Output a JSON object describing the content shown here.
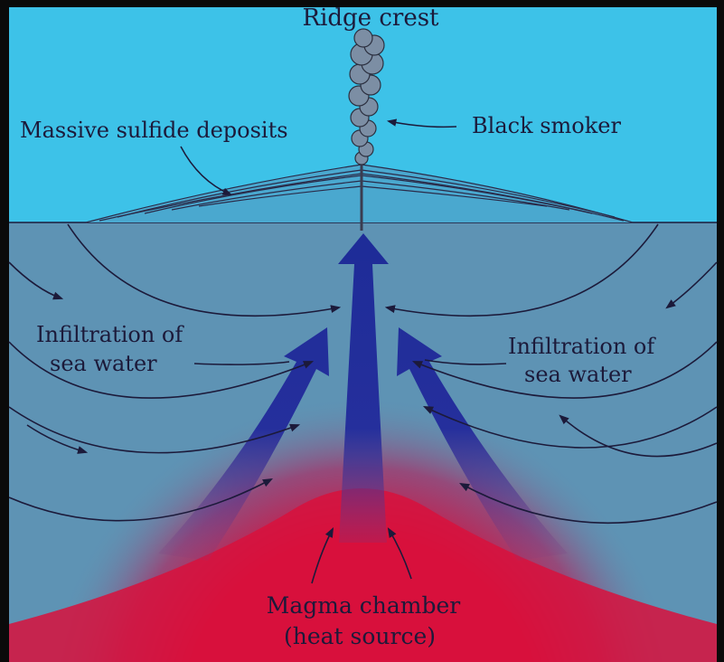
{
  "labels": {
    "ridge_crest": "Ridge crest",
    "sulfide_deposits": "Massive sulfide deposits",
    "black_smoker": "Black smoker",
    "infiltration_left_1": "Infiltration of",
    "infiltration_left_2": "sea water",
    "infiltration_right_1": "Infiltration of",
    "infiltration_right_2": "sea water",
    "magma_1": "Magma chamber",
    "magma_2": "(heat source)"
  },
  "colors": {
    "sea": "#3dc2e8",
    "crust": "#5e93b4",
    "cool_flow": "#1f2f9a",
    "magma": "#d8103c",
    "ink": "#1c1a3a"
  },
  "icons": [
    "black-smoker-plume",
    "upflow-arrow",
    "infiltration-arrow"
  ]
}
